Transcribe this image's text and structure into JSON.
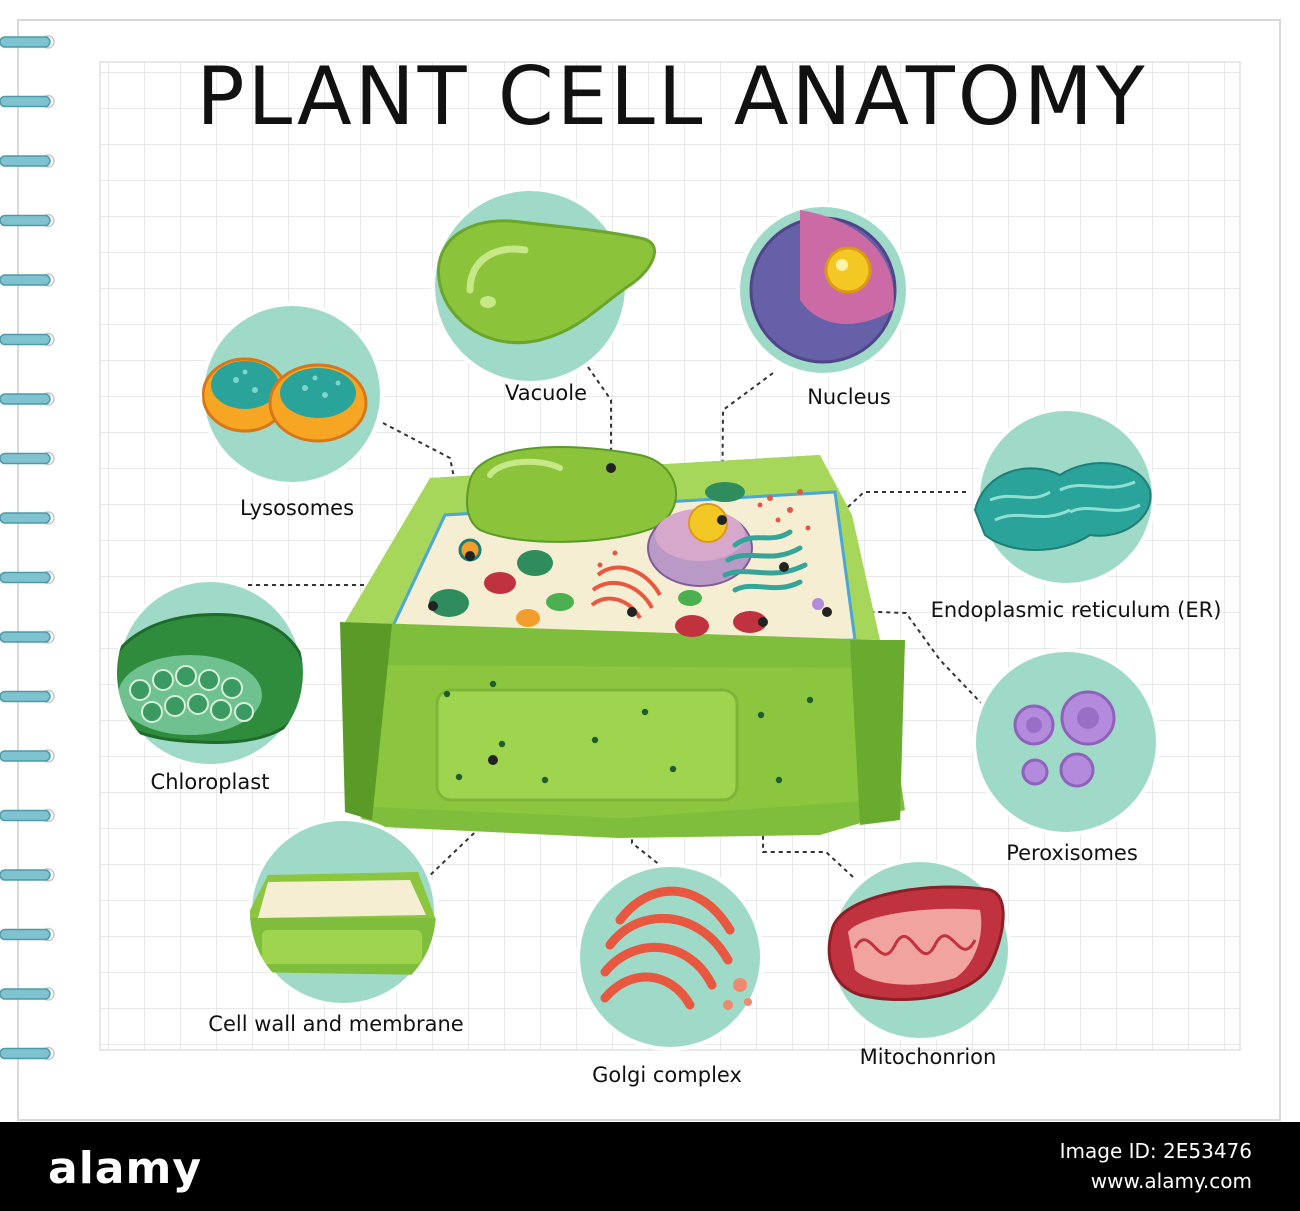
{
  "title": "PLANT CELL ANATOMY",
  "labels": {
    "vacuole": "Vacuole",
    "nucleus": "Nucleus",
    "lysosomes": "Lysosomes",
    "er": "Endoplasmic reticulum (ER)",
    "chloroplast": "Chloroplast",
    "peroxisomes": "Peroxisomes",
    "cell_wall": "Cell wall and membrane",
    "golgi": "Golgi complex",
    "mitochondrion": "Mitochonrion"
  },
  "footer": {
    "logo": "alamy",
    "image_id": "Image ID: 2E53476",
    "site": "www.alamy.com"
  },
  "colors": {
    "bubble": "#9fd9c7",
    "cell_green": "#8cc63f",
    "cell_dark_green": "#5a9a26",
    "cytoplasm": "#f6eed2",
    "grid": "#e1e1e1",
    "ring": "#7ec3cf"
  }
}
